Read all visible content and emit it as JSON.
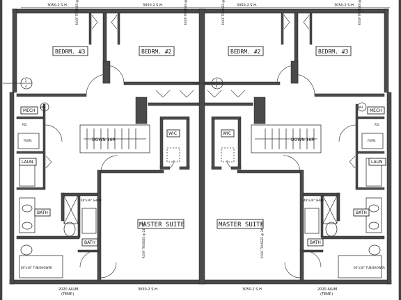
{
  "plan": {
    "dims": {
      "top_left_a": "3050-2 S.H.",
      "top_left_b": "3050-2 S.H.",
      "top_right_a": "3050-2 S.H.",
      "top_right_b": "3050-2 S.H.",
      "bottom_left_a": "3050-2 S.H.",
      "bottom_right_a": "3050-2 S.H.",
      "alum_left": "2020 ALUM.",
      "alum_left_sub": "(TEMP.)",
      "alum_right": "2020 ALUM.",
      "alum_right_sub": "(TEMP.)"
    },
    "rooms": {
      "left_bedrm_3": "BEDRM. #3",
      "left_bedrm_2": "BEDRM. #2",
      "right_bedrm_2": "BEDRM. #2",
      "right_bedrm_3": "BEDRM. #3",
      "left_master": "MASTER SUITE",
      "right_master": "MASTER SUITE",
      "left_mech": "MECH",
      "right_mech": "MECH",
      "left_laun": "LAUN",
      "right_laun": "LAUN",
      "left_bath": "BATH",
      "left_bath2": "BATH",
      "right_bath": "BATH",
      "right_bath2": "BATH",
      "left_wic": "WIC",
      "right_wic": "WIC",
      "left_stairs": "DOWN 16R",
      "right_stairs": "DOWN 16R"
    },
    "notes": {
      "wh_left": "WH",
      "wh_right": "WH",
      "pd_left": "P.D.",
      "pd_right": "P.D.",
      "furn_left": "FURN.",
      "furn_right": "FURN.",
      "shower_left": "48\"x36\" SHWR.",
      "shower_right": "48\"x36\" SHWR.",
      "tub_left": "60\"x30\" TUB/SHOWER",
      "tub_right": "60\"x30\" TUB/SHOWER",
      "roof_note": "ROOF TRUSSES @ 24\" O.C."
    },
    "markers": {
      "left_num": "2",
      "left_den": "4",
      "right_num": "2",
      "right_den": "4"
    }
  }
}
